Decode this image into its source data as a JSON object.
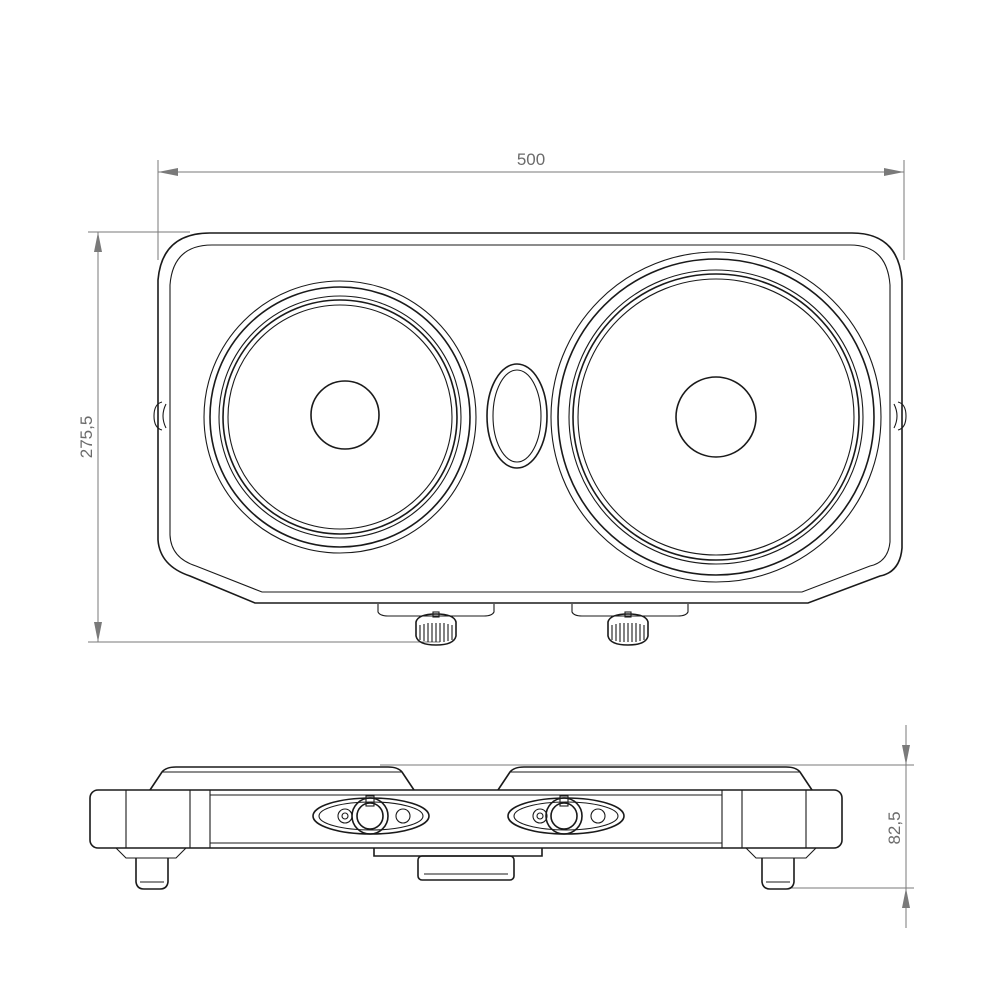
{
  "dimensions": {
    "width": "500",
    "depth": "275,5",
    "height": "82,5"
  },
  "colors": {
    "line": "#1a1a1a",
    "dimension": "#7a7a7a",
    "background": "#ffffff"
  }
}
